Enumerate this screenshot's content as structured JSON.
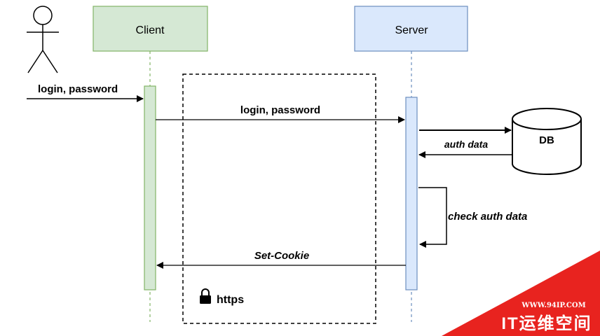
{
  "participants": {
    "client": {
      "label": "Client",
      "fill": "#d5e8d4",
      "stroke": "#82b366"
    },
    "server": {
      "label": "Server",
      "fill": "#dae8fc",
      "stroke": "#6c8ebf"
    },
    "db": {
      "label": "DB"
    }
  },
  "messages": {
    "user_login": "login, password",
    "client_to_server": "login, password",
    "auth_data": "auth data",
    "check_auth": "check auth data",
    "set_cookie": "Set-Cookie"
  },
  "https_box": {
    "label": "https",
    "icon": "lock-icon"
  },
  "watermark": {
    "url": "WWW.94IP.COM",
    "brand": "IT运维空间",
    "color": "#e8231f"
  }
}
